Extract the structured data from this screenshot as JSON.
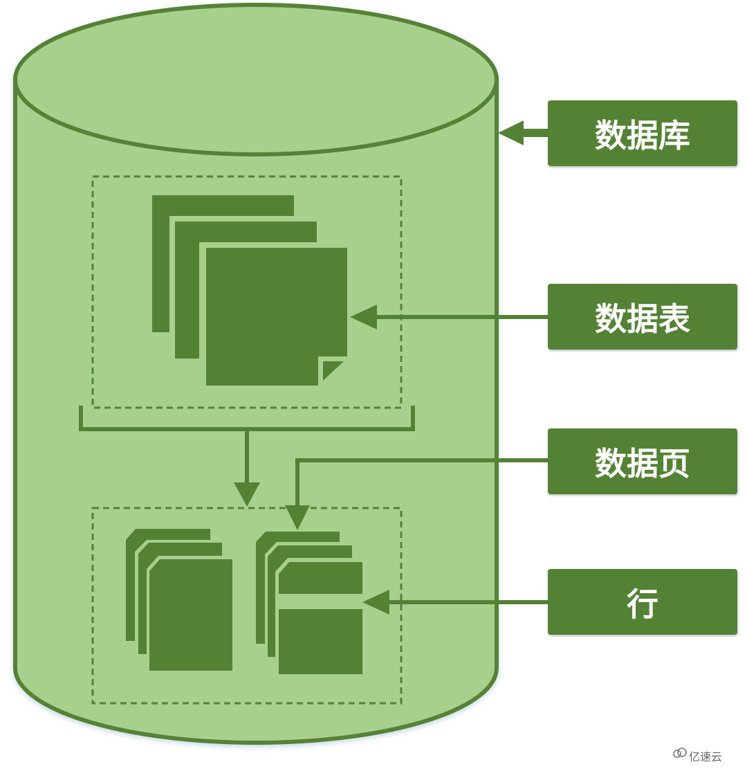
{
  "labels": {
    "database": "数据库",
    "table": "数据表",
    "page": "数据页",
    "row": "行"
  },
  "watermark": "亿速云",
  "colors": {
    "cylinder_fill": "#a8d08d",
    "dark_green": "#548235",
    "label_text": "#ffffff"
  }
}
